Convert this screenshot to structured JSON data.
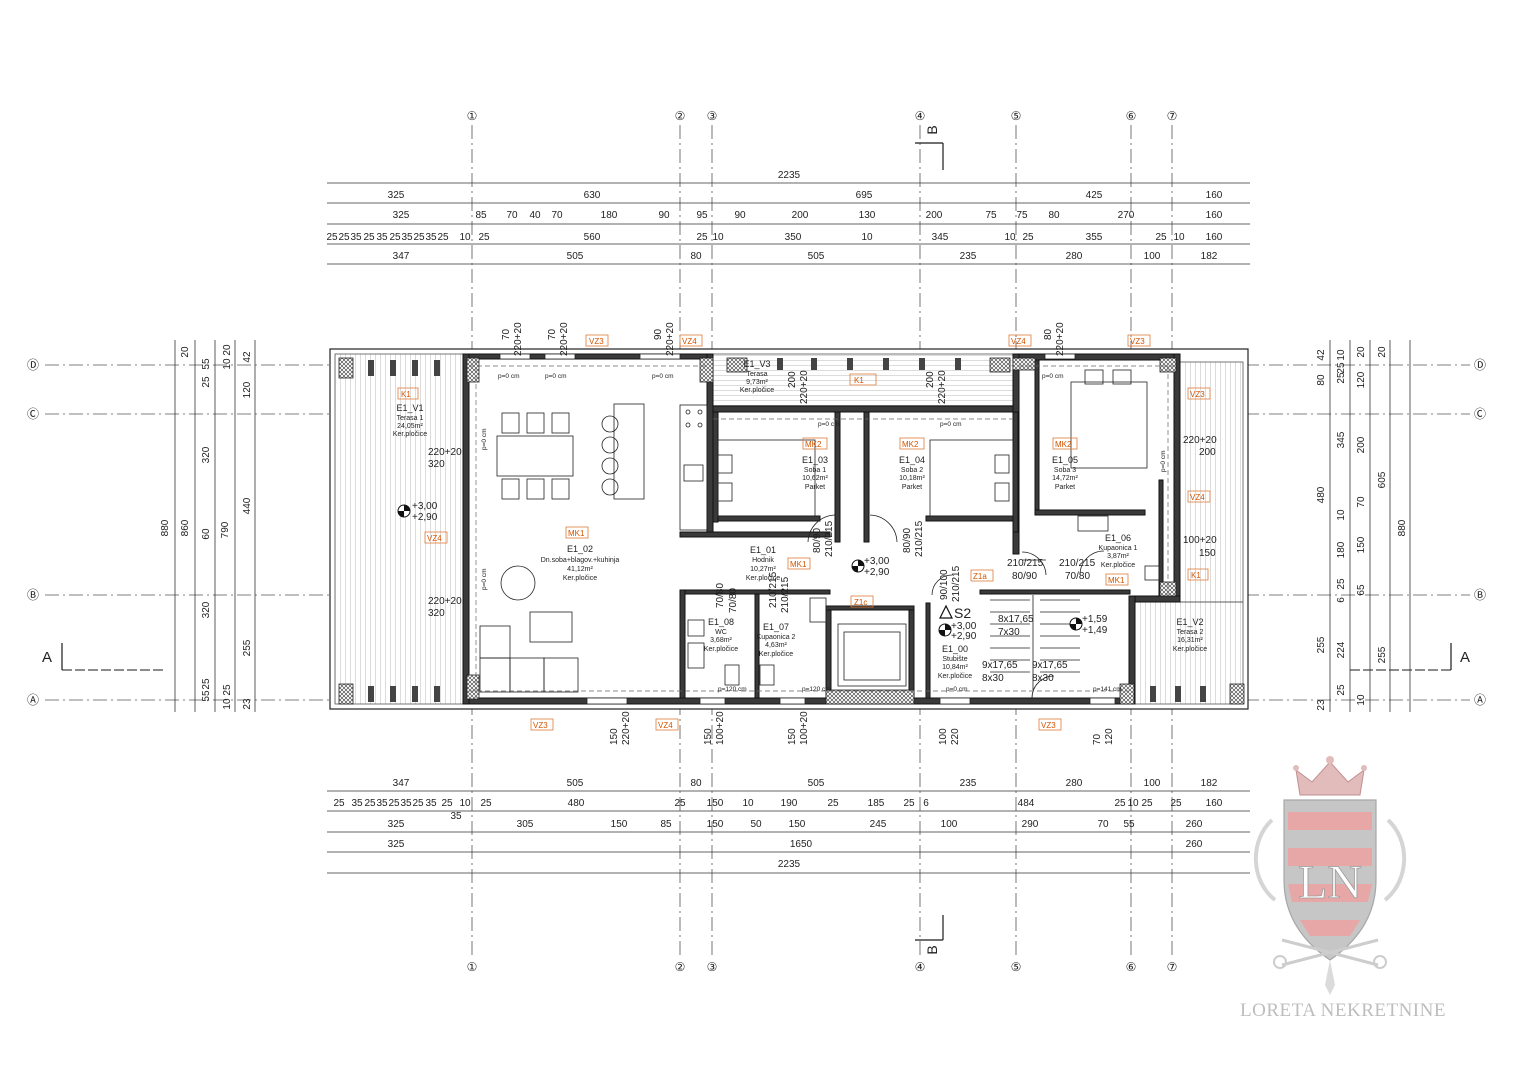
{
  "axes": {
    "numbered": [
      "①",
      "②",
      "③",
      "④",
      "⑤",
      "⑥",
      "⑦"
    ],
    "lettered": [
      "Ⓓ",
      "Ⓒ",
      "Ⓑ",
      "Ⓐ"
    ]
  },
  "section_marks": {
    "a": "A",
    "b": "B"
  },
  "top_dims": {
    "total": "2235",
    "row1": [
      "325",
      "630",
      "695",
      "425",
      "160"
    ],
    "row2": [
      "325",
      "85",
      "70",
      "40",
      "70",
      "180",
      "90",
      "95",
      "90",
      "200",
      "130",
      "200",
      "75",
      "75",
      "80",
      "270",
      "160"
    ],
    "row3": [
      "25",
      "25",
      "35",
      "25",
      "35",
      "25",
      "35",
      "25",
      "35",
      "25",
      "10",
      "25",
      "560",
      "25",
      "10",
      "350",
      "10",
      "345",
      "10",
      "25",
      "355",
      "25",
      "10",
      "160"
    ],
    "row4": [
      "347",
      "505",
      "80",
      "505",
      "235",
      "280",
      "100",
      "182"
    ]
  },
  "bottom_dims": {
    "row1": [
      "347",
      "505",
      "80",
      "505",
      "235",
      "280",
      "100",
      "182"
    ],
    "row2": [
      "25",
      "35",
      "25",
      "35",
      "25",
      "35",
      "25",
      "35",
      "25",
      "10",
      "25",
      "35",
      "480",
      "25",
      "150",
      "10",
      "190",
      "25",
      "185",
      "25",
      "6",
      "484",
      "25",
      "10",
      "25",
      "25",
      "160"
    ],
    "row3": [
      "325",
      "305",
      "150",
      "85",
      "150",
      "50",
      "150",
      "245",
      "100",
      "290",
      "70",
      "55",
      "260"
    ],
    "row4": [
      "325",
      "1650",
      "260"
    ],
    "total": "2235"
  },
  "left_dims": {
    "total": "880",
    "c860": "860",
    "c790": "790",
    "c440": "440",
    "c320a": "320",
    "c320b": "320",
    "c255": "255",
    "c120": "120",
    "c60": "60",
    "small": [
      "20",
      "55",
      "25",
      "20",
      "10",
      "42",
      "25",
      "55",
      "25",
      "10",
      "23"
    ]
  },
  "right_dims": {
    "total": "880",
    "c605": "605",
    "c480": "480",
    "c345": "345",
    "c200": "200",
    "c180": "180",
    "c150": "150",
    "c120": "120",
    "c80": "80",
    "c255a": "255",
    "c255b": "255",
    "c224": "224",
    "small": [
      "42",
      "20",
      "10",
      "25",
      "20",
      "25",
      "70",
      "10",
      "65",
      "25",
      "6",
      "25",
      "10",
      "23"
    ]
  },
  "openings": [
    "70",
    "220+20",
    "70",
    "220+20",
    "90",
    "220+20",
    "80",
    "220+20",
    "200",
    "220+20",
    "200",
    "220+20",
    "220+20",
    "320",
    "220+20",
    "320",
    "220+20",
    "200",
    "100+20",
    "150",
    "80/90",
    "210/215",
    "80/90",
    "210/215",
    "90/100",
    "210/215",
    "210/215",
    "80/90",
    "210/215",
    "70/80",
    "70/80",
    "210/215",
    "70/80",
    "210/215",
    "150",
    "220+20",
    "150",
    "100+20",
    "150",
    "100+20",
    "100",
    "220",
    "70",
    "120"
  ],
  "floor_levels": [
    "p=0 cm",
    "p=0 cm",
    "p=0 cm",
    "p=0 cm",
    "p=0 cm",
    "p=0 cm",
    "p=120 cm",
    "p=120 cm",
    "p=0 cm",
    "p=141 cm"
  ],
  "stairs": [
    "8x17,65",
    "7x30",
    "9x17,65",
    "8x30",
    "9x17,65",
    "8x30"
  ],
  "heights": [
    {
      "a": "+3,00",
      "b": "+2,90"
    },
    {
      "a": "+3,00",
      "b": "+2,90"
    },
    {
      "a": "+3,00",
      "b": "+2,90"
    },
    {
      "a": "+1,59",
      "b": "+1,49"
    }
  ],
  "s2": "S2",
  "rooms": [
    {
      "id": "E1_V1",
      "name": "Terasa 1",
      "area": "24,05m²",
      "floor": "Ker.pločice"
    },
    {
      "id": "E1_V3",
      "name": "Terasa",
      "area": "9,73m²",
      "floor": "Ker.pločice"
    },
    {
      "id": "E1_02",
      "name": "Dn.soba+blagov.+kuhinja",
      "area": "41,12m²",
      "floor": "Ker.pločice"
    },
    {
      "id": "E1_03",
      "name": "Soba 1",
      "area": "10,62m²",
      "floor": "Parket"
    },
    {
      "id": "E1_04",
      "name": "Soba 2",
      "area": "10,18m²",
      "floor": "Parket"
    },
    {
      "id": "E1_05",
      "name": "Soba 3",
      "area": "14,72m²",
      "floor": "Parket"
    },
    {
      "id": "E1_01",
      "name": "Hodnik",
      "area": "10,27m²",
      "floor": "Ker.pločice"
    },
    {
      "id": "E1_06",
      "name": "Kupaonica 1",
      "area": "3,87m²",
      "floor": "Ker.pločice"
    },
    {
      "id": "E1_08",
      "name": "WC",
      "area": "3,68m²",
      "floor": "Ker.pločice"
    },
    {
      "id": "E1_07",
      "name": "Kupaonica 2",
      "area": "4,63m²",
      "floor": "Ker.pločice"
    },
    {
      "id": "E1_00",
      "name": "Stubište",
      "area": "10,84m²",
      "floor": "Ker.pločice"
    },
    {
      "id": "E1_V2",
      "name": "Terasa 2",
      "area": "16,31m²",
      "floor": "Ker.pločice"
    }
  ],
  "tags": [
    "VZ3",
    "VZ4",
    "VZ4",
    "VZ3",
    "K1",
    "K1",
    "VZ3",
    "MK2",
    "MK2",
    "MK2",
    "VZ4",
    "MK1",
    "VZ4",
    "MK1",
    "MK1",
    "Z1a",
    "Z1c",
    "K1",
    "VZ3",
    "VZ4",
    "VZ3"
  ],
  "brand": {
    "initials": "LN",
    "name": "LORETA NEKRETNINE"
  },
  "colors": {
    "tag": "#e07b39",
    "brand_red": "#c0392b",
    "brand_grey": "#9a9a9a"
  }
}
